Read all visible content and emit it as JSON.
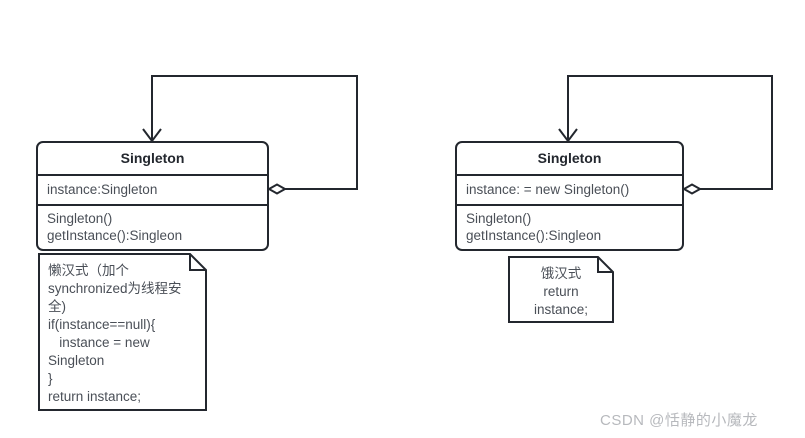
{
  "diagram": {
    "type": "uml-class-diagram",
    "background": "#ffffff",
    "stroke_color": "#23272e",
    "text_color": "#4a4f57",
    "title_color": "#23272e",
    "watermark_color": "#b7b9bd"
  },
  "left": {
    "class_box": {
      "title": "Singleton",
      "attributes": [
        "instance:Singleton"
      ],
      "operations": [
        "Singleton()",
        "getInstance():Singleon"
      ]
    },
    "note": {
      "text": "懒汉式（加个\nsynchronized为线程安\n全)\nif(instance==null){\n   instance = new\nSingleton\n}\nreturn instance;"
    },
    "relationship": {
      "kind": "aggregation-self-association",
      "source_end": "diamond",
      "target_end": "open-arrow"
    }
  },
  "right": {
    "class_box": {
      "title": "Singleton",
      "attributes": [
        "instance:  = new Singleton()"
      ],
      "operations": [
        "Singleton()",
        "getInstance():Singleon"
      ]
    },
    "note": {
      "text": "饿汉式\nreturn\ninstance;"
    },
    "relationship": {
      "kind": "aggregation-self-association",
      "source_end": "diamond",
      "target_end": "open-arrow"
    }
  },
  "watermark": {
    "text": "CSDN @恬静的小魔龙"
  }
}
